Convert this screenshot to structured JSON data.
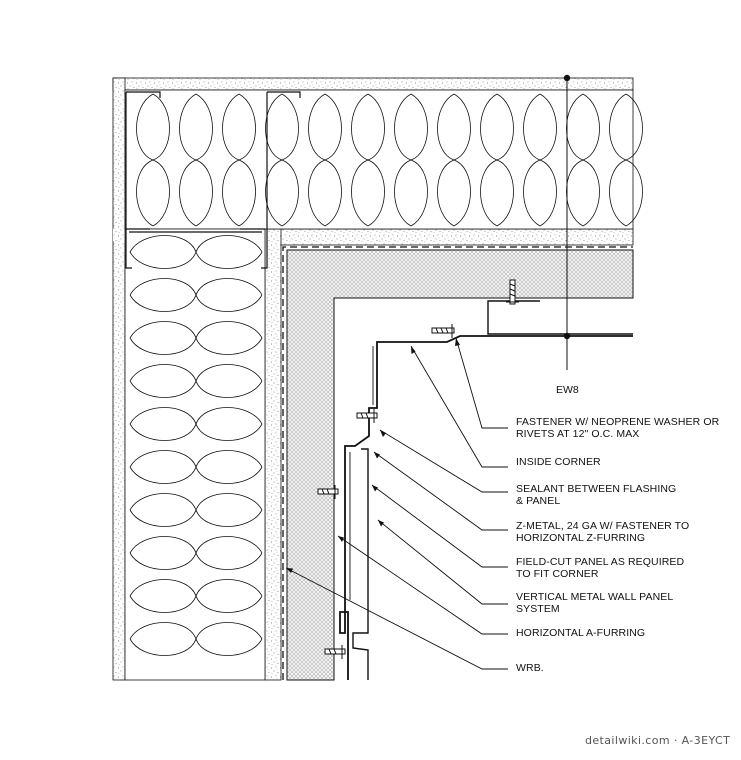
{
  "section_tag": "EW8",
  "notes": [
    {
      "id": "fastener",
      "text": "FASTENER W/ NEOPRENE WASHER OR\nRIVETS AT 12\" O.C. MAX"
    },
    {
      "id": "inside-corner",
      "text": "INSIDE CORNER"
    },
    {
      "id": "sealant",
      "text": "SEALANT BETWEEN FLASHING\n& PANEL"
    },
    {
      "id": "z-metal",
      "text": "Z-METAL, 24 GA W/ FASTENER TO\nHORIZONTAL Z-FURRING"
    },
    {
      "id": "field-cut",
      "text": "FIELD-CUT PANEL AS REQUIRED\nTO FIT CORNER"
    },
    {
      "id": "vertical-panel",
      "text": "VERTICAL METAL WALL PANEL\nSYSTEM"
    },
    {
      "id": "a-furring",
      "text": "HORIZONTAL A-FURRING"
    },
    {
      "id": "wrb",
      "text": "WRB."
    }
  ],
  "credit": "detailwiki.com · A-3EYCT",
  "colors": {
    "line": "#111111",
    "hatch": "#9a9a9a",
    "dots": "#6e6e6e"
  }
}
